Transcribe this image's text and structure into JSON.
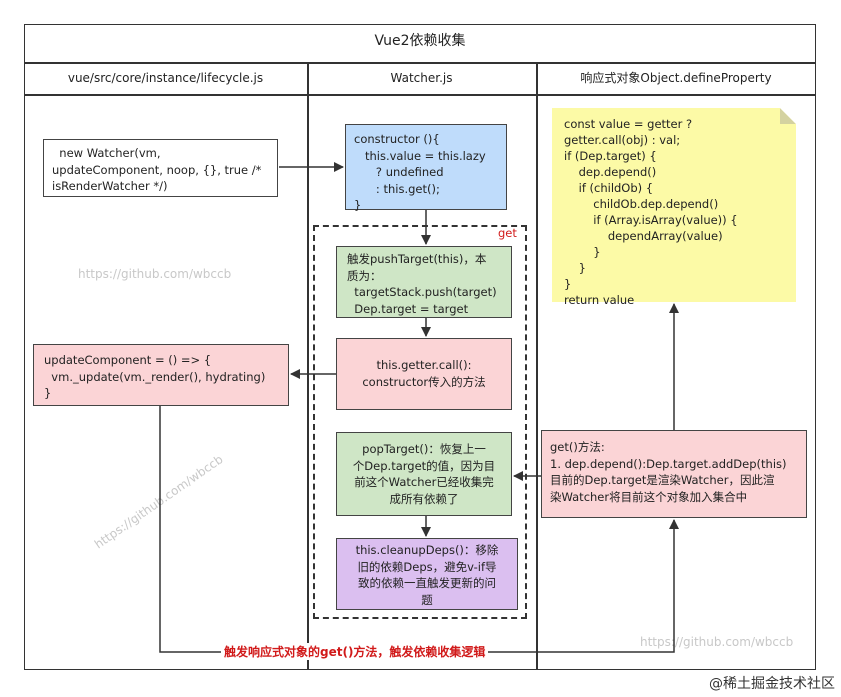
{
  "title": "Vue2依赖收集",
  "columns": [
    "vue/src/core/instance/lifecycle.js",
    "Watcher.js",
    "响应式对象Object.defineProperty"
  ],
  "boxes": {
    "new_watcher": "  new Watcher(vm,\nupdateComponent, noop, {}, true /*\nisRenderWatcher */)",
    "update_component": "updateComponent = () => {\n  vm._update(vm._render(), hydrating)\n}",
    "constructor": "constructor (){\n   this.value = this.lazy\n      ? undefined\n      : this.get();\n}",
    "push_target": "触发pushTarget(this)，本\n质为：\n  targetStack.push(target)\n  Dep.target = target",
    "getter_call": "this.getter.call():\nconstructor传入的方法",
    "pop_target": "popTarget()：恢复上一\n个Dep.target的值，因为目\n前这个Watcher已经收集完\n成所有依赖了",
    "cleanup_deps": "this.cleanupDeps()：移除\n旧的依赖Deps，避免v-if导\n致的依赖一直触发更新的问\n题",
    "get_method": "get()方法:\n1. dep.depend():Dep.target.addDep(this)\n目前的Dep.target是渲染Watcher，因此渲\n染Watcher将目前这个对象加入集合中",
    "note_code": "const value = getter ?\ngetter.call(obj) : val;\nif (Dep.target) {\n    dep.depend()\n    if (childOb) {\n        childOb.dep.depend()\n        if (Array.isArray(value)) {\n            dependArray(value)\n        }\n    }\n}\nreturn value"
  },
  "get_label": "get",
  "bottom_label": "触发响应式对象的get()方法，触发依赖收集逻辑",
  "watermarks": [
    "https://github.com/wbccb",
    "https://github.com/wbccb",
    "https://github.com/wbccb"
  ],
  "footer": "@稀土掘金技术社区",
  "colors": {
    "blue": "#bfdcfb",
    "green": "#cfe6c6",
    "pink": "#fbd4d6",
    "purple": "#dbbff0",
    "yellow": "#fcfaa6",
    "red": "#d11a1a"
  }
}
